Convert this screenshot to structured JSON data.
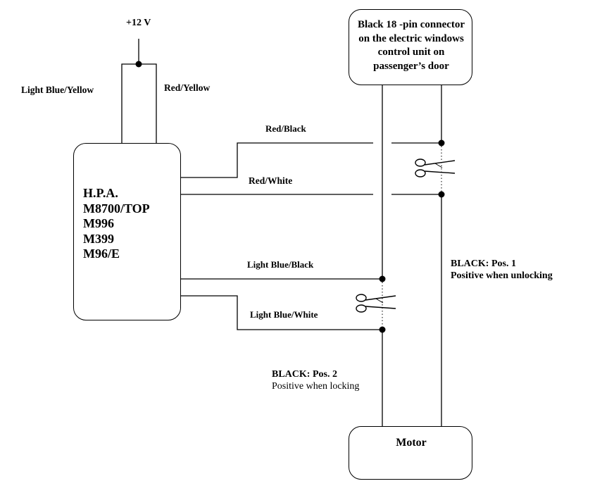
{
  "supply": {
    "label": "+12 V"
  },
  "wires": {
    "light_blue_yellow": "Light Blue/Yellow",
    "red_yellow": "Red/Yellow",
    "red_black": "Red/Black",
    "red_white": "Red/White",
    "light_blue_black": "Light Blue/Black",
    "light_blue_white": "Light Blue/White"
  },
  "module": {
    "lines": [
      "H.P.A.",
      "M8700/TOP",
      "M996",
      "M399",
      "M96/E"
    ]
  },
  "connector": {
    "lines": [
      "Black 18 -pin connector",
      "on the electric windows",
      "control unit on",
      "passenger’s door"
    ]
  },
  "black_pos1": {
    "title": "BLACK: Pos. 1",
    "desc": "Positive when unlocking"
  },
  "black_pos2": {
    "title": "BLACK: Pos. 2",
    "desc": "Positive when locking"
  },
  "motor": {
    "label": "Motor"
  },
  "icons": {
    "cut": "scissors-icon"
  }
}
